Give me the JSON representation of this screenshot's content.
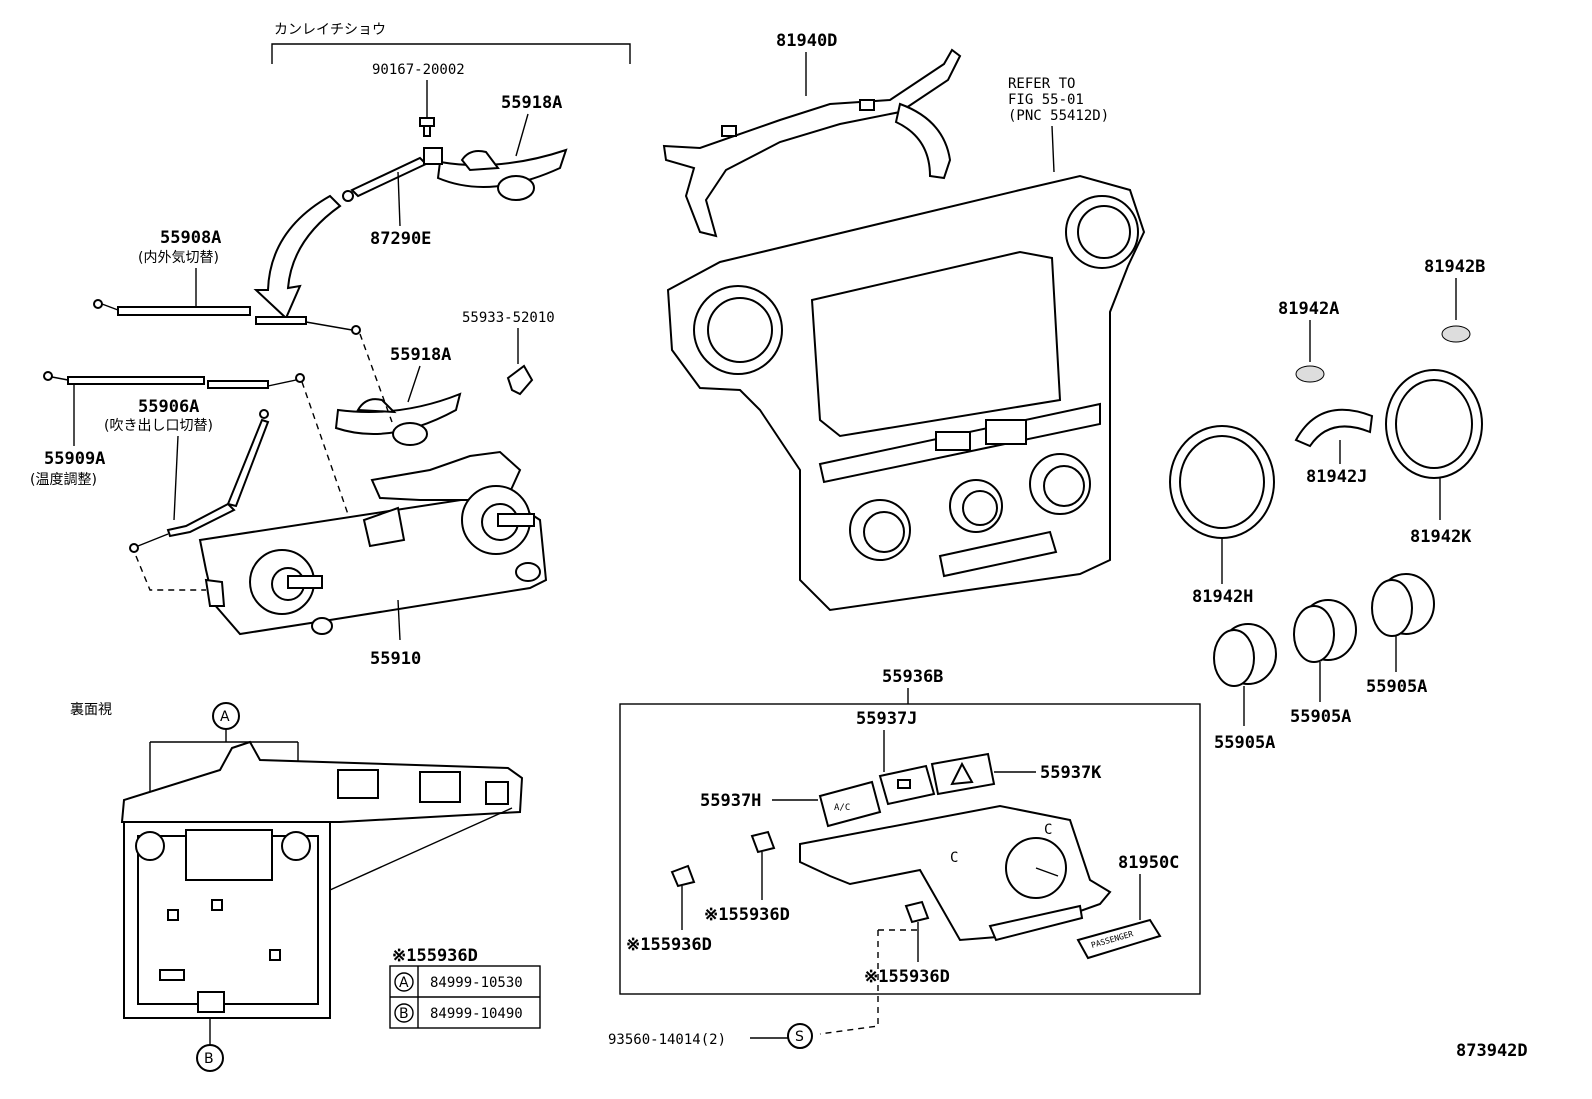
{
  "diagram": {
    "figure_number": "873942D",
    "section_kanreichi": "カンレイチショウ",
    "back_view_label": "裏面視",
    "refer_note": {
      "line1": "REFER TO",
      "line2": "FIG 55-01",
      "line3": "(PNC 55412D)"
    },
    "parts": {
      "p90167": "90167-20002",
      "p55918A_top": "55918A",
      "p87290E": "87290E",
      "p55908A": "55908A",
      "p55908A_note": "(内外気切替)",
      "p55933": "55933-52010",
      "p55918A_mid": "55918A",
      "p55906A": "55906A",
      "p55906A_note": "(吹き出し口切替)",
      "p55909A": "55909A",
      "p55909A_note": "(温度調整)",
      "p55910": "55910",
      "p81940D": "81940D",
      "p81942B": "81942B",
      "p81942A": "81942A",
      "p81942J": "81942J",
      "p81942K": "81942K",
      "p81942H": "81942H",
      "p55905A_1": "55905A",
      "p55905A_2": "55905A",
      "p55905A_3": "55905A",
      "p55936B": "55936B",
      "p55937J": "55937J",
      "p55937K": "55937K",
      "p55937H": "55937H",
      "p81950C": "81950C",
      "p155936D_1": "※155936D",
      "p155936D_2": "※155936D",
      "p155936D_3": "※155936D",
      "p93560": "93560-14014(2)"
    },
    "markers": {
      "A": "A",
      "B": "B",
      "S": "S"
    },
    "button_text": {
      "ac": "A/C",
      "passenger": "PASSENGER"
    },
    "legend": {
      "title": "※155936D",
      "rows": [
        {
          "key": "A",
          "value": "84999-10530"
        },
        {
          "key": "B",
          "value": "84999-10490"
        }
      ]
    }
  }
}
